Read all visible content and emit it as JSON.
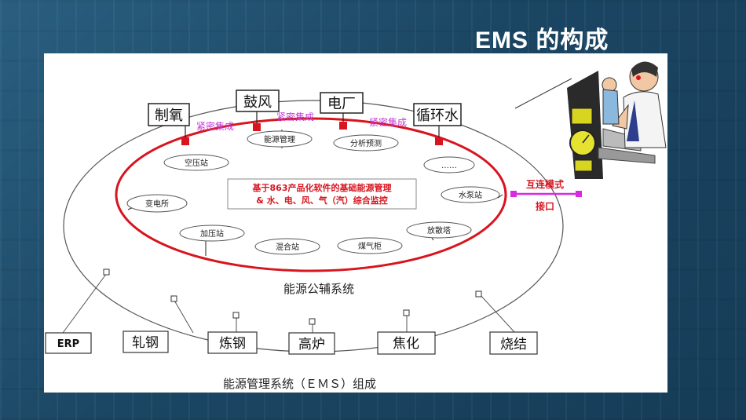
{
  "slide": {
    "title": "EMS 的构成"
  },
  "diagram": {
    "outer_nodes": [
      "制氧",
      "鼓风",
      "电厂",
      "循环水"
    ],
    "tight_labels": [
      "紧密集成",
      "紧密集成",
      "紧密集成"
    ],
    "inner_nodes": [
      "能源管理",
      "分析预测",
      "空压站",
      "……",
      "变电所",
      "水泵站",
      "加压站",
      "混合站",
      "煤气柜",
      "放散塔"
    ],
    "center_text": {
      "line1": "基于863产品化软件的基础能源管理",
      "line2": "& 水、电、风、气（汽）综合监控"
    },
    "interconnect": {
      "line1": "互连模式",
      "line2": "接口"
    },
    "aux_label": "能源公辅系统",
    "bottom_nodes": [
      "ERP",
      "轧钢",
      "炼钢",
      "高炉",
      "焦化",
      "烧结"
    ],
    "caption": "能源管理系统（ＥＭＳ）组成"
  }
}
